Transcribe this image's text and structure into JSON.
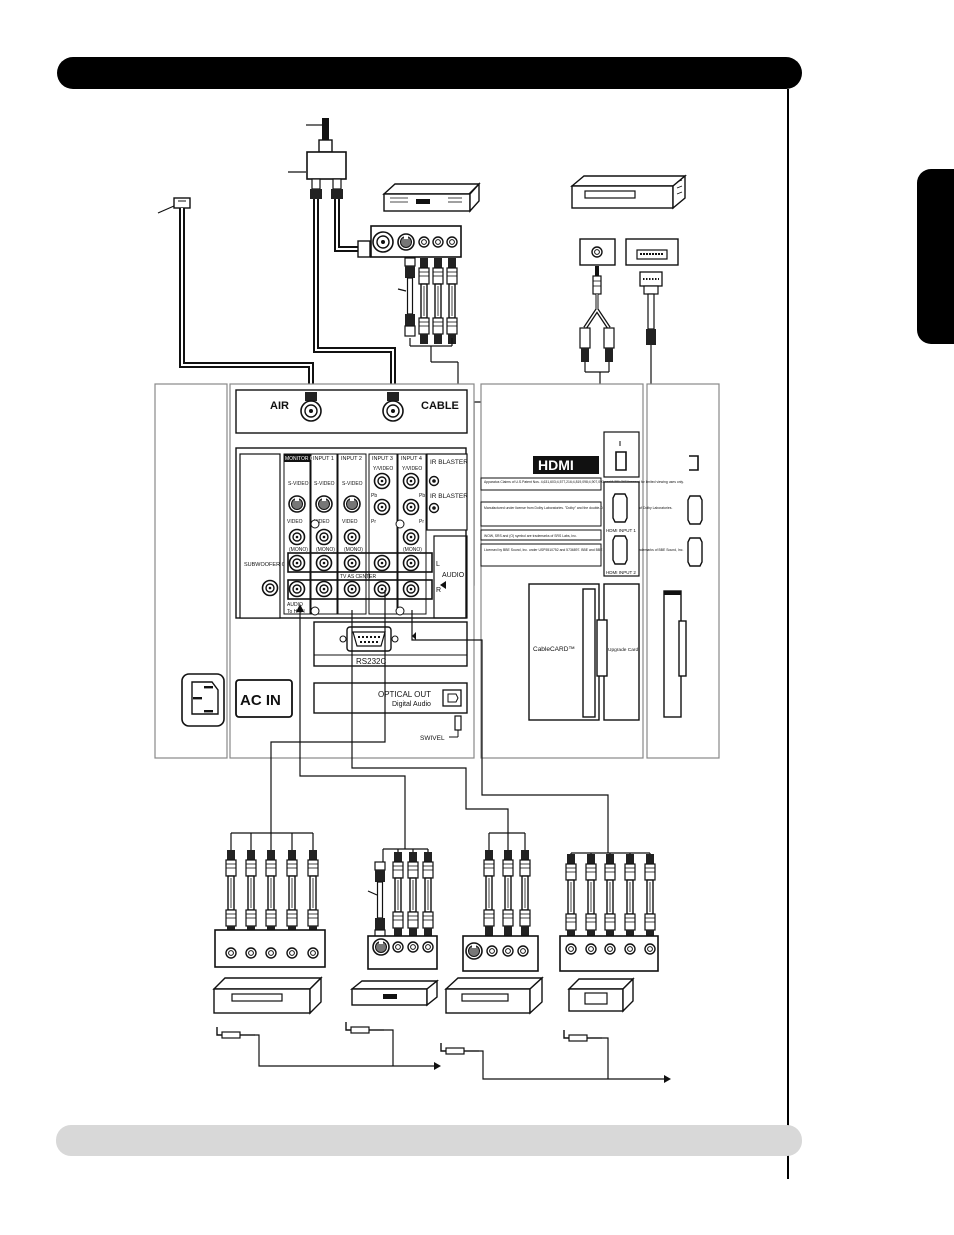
{
  "labels": {
    "air": "AIR",
    "cable": "CABLE",
    "hdmi_logo": "HDMI",
    "hdmi_input_1": "HDMI INPUT 1",
    "hdmi_input_2": "HDMI INPUT 2",
    "ir_blaster_top": "IR BLASTER",
    "ir_blaster_bottom": "IR BLASTER",
    "monitor_out": "MONITOR OUT",
    "input_1": "INPUT 1",
    "input_2": "INPUT 2",
    "input_3": "INPUT 3",
    "input_4": "INPUT 4",
    "s_video": "S-VIDEO",
    "video": "VIDEO",
    "mono": "(MONO)",
    "y_video": "Y/VIDEO",
    "pb": "Pb",
    "pr": "Pr",
    "audio": "AUDIO",
    "audio_l": "L",
    "audio_r": "R",
    "tv_as_center": "TV AS CENTER",
    "audio_to_hifi": "AUDIO",
    "to_hifi": "To HI-FI",
    "subwoofer_out": "SUBWOOFER OUT",
    "rs232c": "RS232C",
    "optical_out": "OPTICAL OUT",
    "digital_audio": "Digital Audio",
    "swivel": "SWIVEL",
    "ac_in": "AC IN",
    "cablecard": "CableCARD™",
    "upgrade_card": "Upgrade Card"
  },
  "notices": [
    "Apparatus Claims of U.S.Patent Nos. 4,631,603;4,577,216;4,819,098;4,907,093;and 6,381,747 licensed for limited viewing uses only.",
    "Manufactured under license from Dolby Laboratories. \"Dolby\" and the double-D symbol are trademarks of Dolby Laboratories.",
    "WOW, SRS and (O) symbol are trademarks of SRS Labs, Inc.",
    "Licensed by BBE Sound, Inc. under USP5510752 and 5736897. BBE and BBE symbol are registered trademarks of BBE Sound, Inc."
  ]
}
